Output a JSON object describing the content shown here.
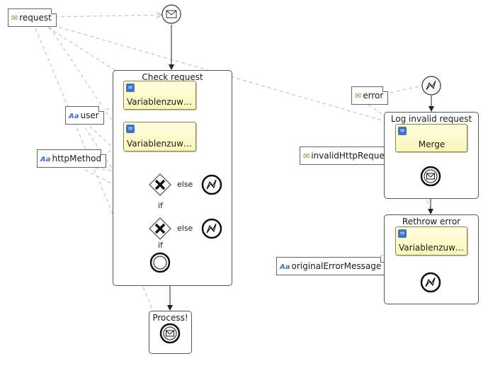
{
  "data_objects": {
    "request": "request",
    "user": "user",
    "http_method": "httpMethod",
    "error": "error",
    "invalid_http_request": "invalidHttpRequest",
    "original_error_message": "originalErrorMessage"
  },
  "subprocesses": {
    "check_request": "Check request",
    "log_invalid_request": "Log invalid request",
    "rethrow_error": "Rethrow error",
    "process": "Process!"
  },
  "tasks": {
    "assign_1": "Variablenzuweis...",
    "assign_2": "Variablenzuweis...",
    "merge": "Merge",
    "assign_3": "Variablenzuweis..."
  },
  "flow_labels": {
    "else_1": "else",
    "if_1": "if",
    "else_2": "else",
    "if_2": "if"
  },
  "icons": {
    "message": "envelope",
    "error": "lightning",
    "exclusive_gateway": "x-cross",
    "data_type": "Aa",
    "assign": "equals",
    "merge": "link"
  }
}
